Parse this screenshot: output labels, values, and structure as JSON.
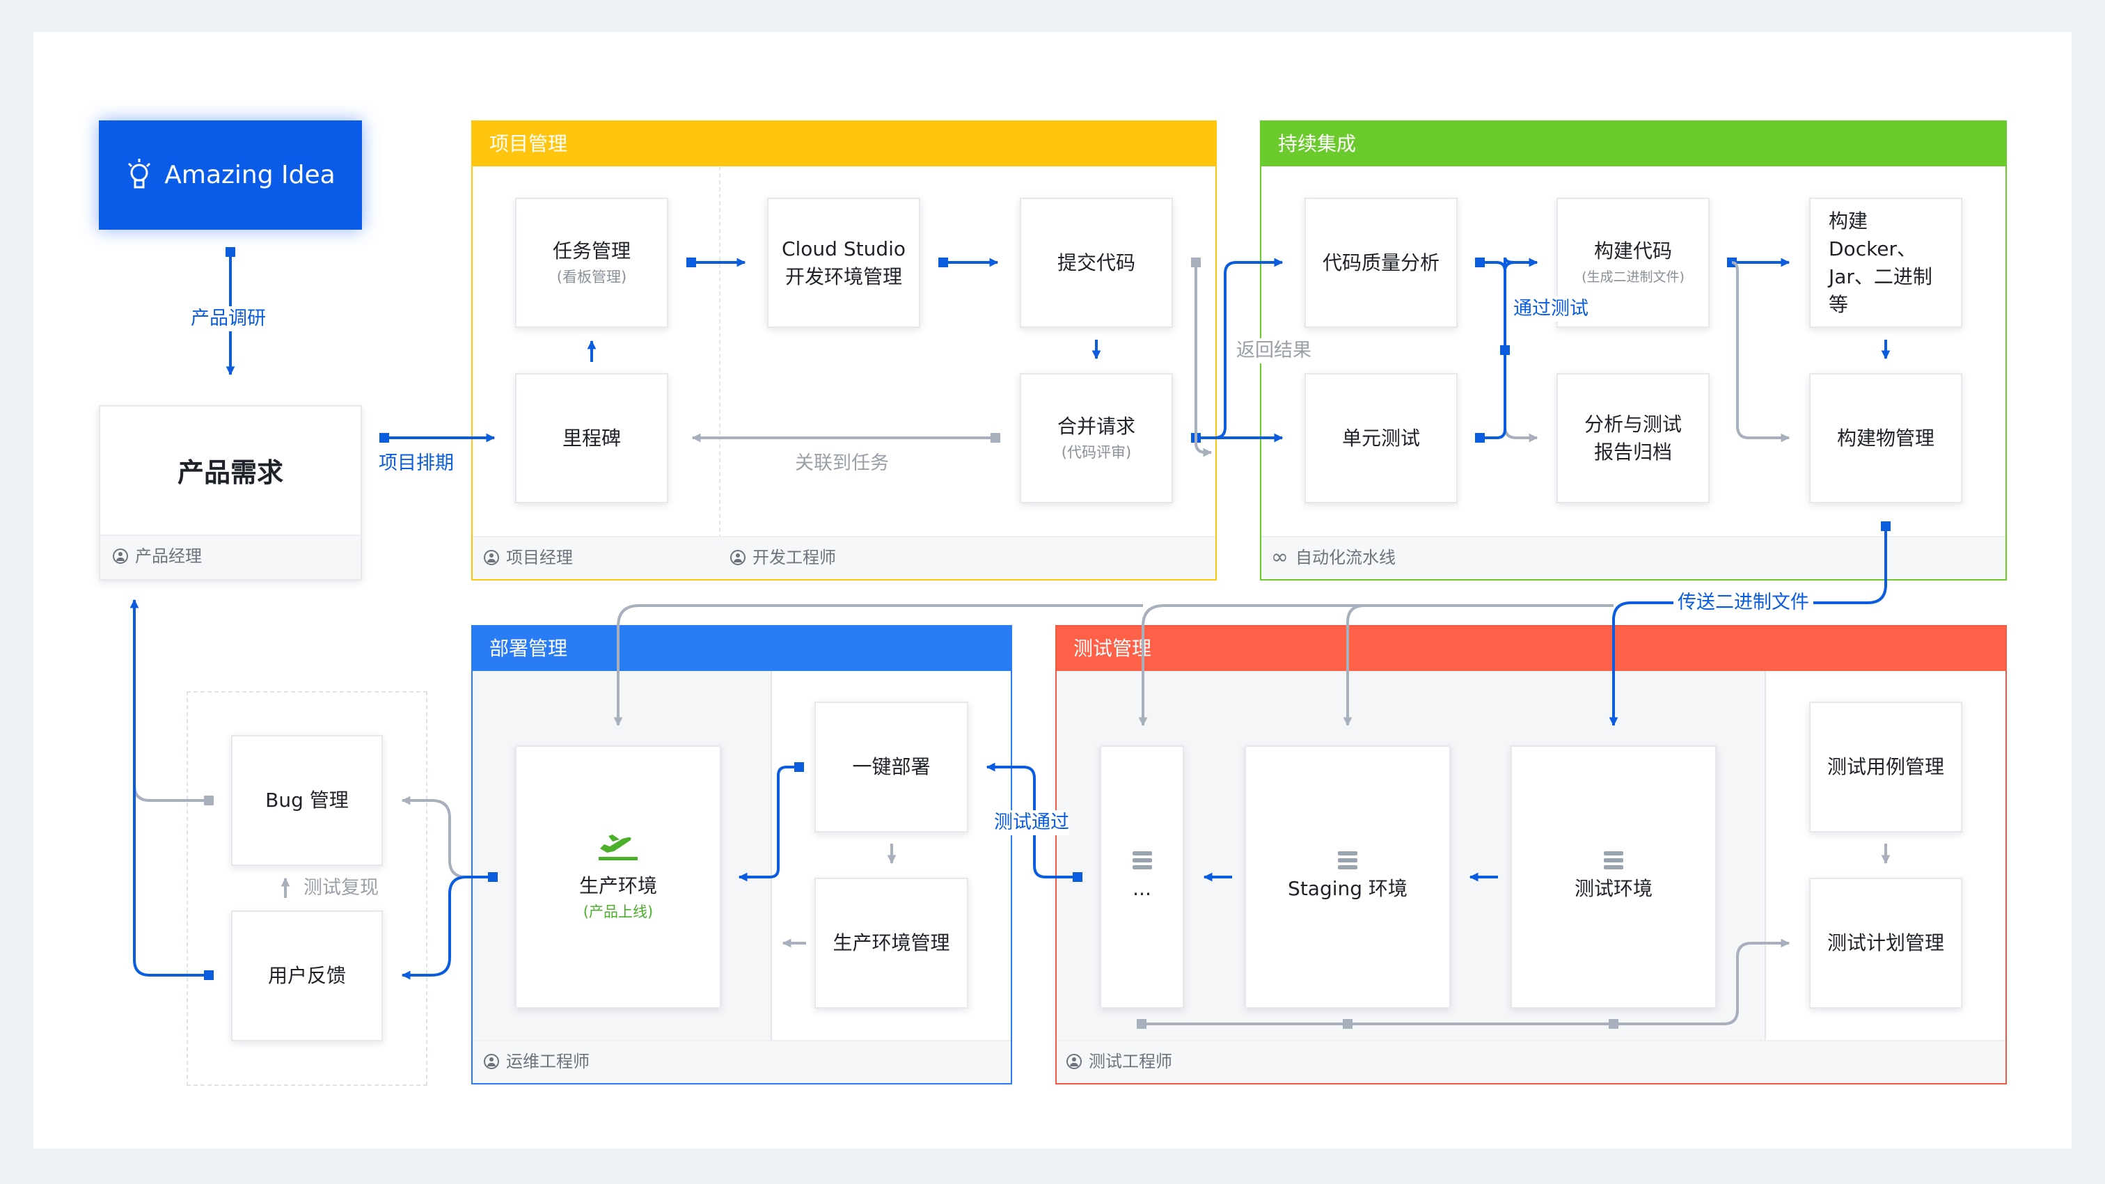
{
  "idea": {
    "label": "Amazing Idea",
    "icon": "lightbulb-icon"
  },
  "product_demand": {
    "title": "产品需求",
    "role": "产品经理"
  },
  "project_management": {
    "header": "项目管理",
    "color": "#ffc50f",
    "task_management": {
      "title": "任务管理",
      "sub": "(看板管理)"
    },
    "cloud_studio": {
      "title": "Cloud Studio\n开发环境管理"
    },
    "submit_code": {
      "title": "提交代码"
    },
    "milestone": {
      "title": "里程碑"
    },
    "merge_request": {
      "title": "合并请求",
      "sub": "(代码评审)"
    },
    "roles": [
      "项目经理",
      "开发工程师"
    ]
  },
  "continuous_integration": {
    "header": "持续集成",
    "color": "#6bcb2d",
    "code_quality": {
      "title": "代码质量分析"
    },
    "build_code": {
      "title": "构建代码",
      "sub": "(生成二进制文件)"
    },
    "build_docker": {
      "title": "构建 Docker、\nJar、二进制\n等"
    },
    "unit_test": {
      "title": "单元测试"
    },
    "analysis_report": {
      "title": "分析与测试\n报告归档"
    },
    "artifact_management": {
      "title": "构建物管理"
    },
    "pipeline": "自动化流水线"
  },
  "deploy_management": {
    "header": "部署管理",
    "color": "#2a7cf5",
    "production_env": {
      "title": "生产环境",
      "sub": "(产品上线)",
      "icon": "airplane-takeoff-icon"
    },
    "one_click_deploy": {
      "title": "一键部署"
    },
    "production_env_mgmt": {
      "title": "生产环境管理"
    },
    "role": "运维工程师"
  },
  "test_management": {
    "header": "测试管理",
    "color": "#ff6148",
    "ellipsis_env": {
      "title": "..."
    },
    "staging_env": {
      "title": "Staging 环境"
    },
    "test_env": {
      "title": "测试环境"
    },
    "test_case_mgmt": {
      "title": "测试用例管理"
    },
    "test_plan_mgmt": {
      "title": "测试计划管理"
    },
    "role": "测试工程师"
  },
  "feedback": {
    "bug": {
      "title": "Bug 管理"
    },
    "user_feedback": {
      "title": "用户反馈"
    }
  },
  "edge_labels": {
    "product_research": "产品调研",
    "project_scheduling": "项目排期",
    "link_to_task": "关联到任务",
    "return_result": "返回结果",
    "test_passed": "通过测试",
    "send_binary": "传送二进制文件",
    "test_pass": "测试通过",
    "test_reproduce": "测试复现"
  }
}
